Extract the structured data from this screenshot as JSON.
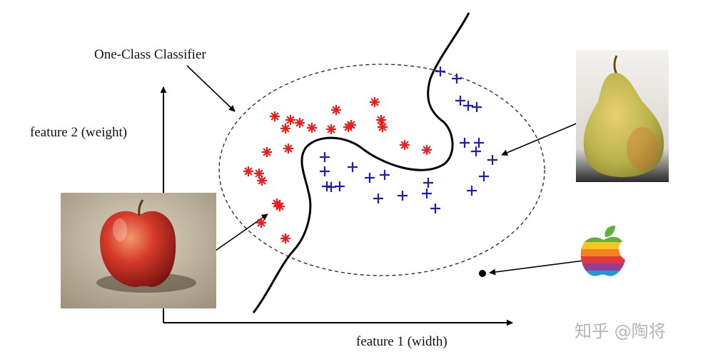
{
  "labels": {
    "classifier": "One-Class Classifier",
    "feature_y": "feature 2 (weight)",
    "feature_x": "feature 1 (width)"
  },
  "watermark": "知乎 @陶将",
  "colors": {
    "asterisk": "#ee1c1c",
    "plus": "#1a1acc",
    "boundary": "#000000",
    "ellipse": "#222222"
  },
  "icons": {
    "apple_photo": "red-apple-photo",
    "pear_photo": "pear-photo",
    "logo": "rainbow-apple-logo"
  }
}
